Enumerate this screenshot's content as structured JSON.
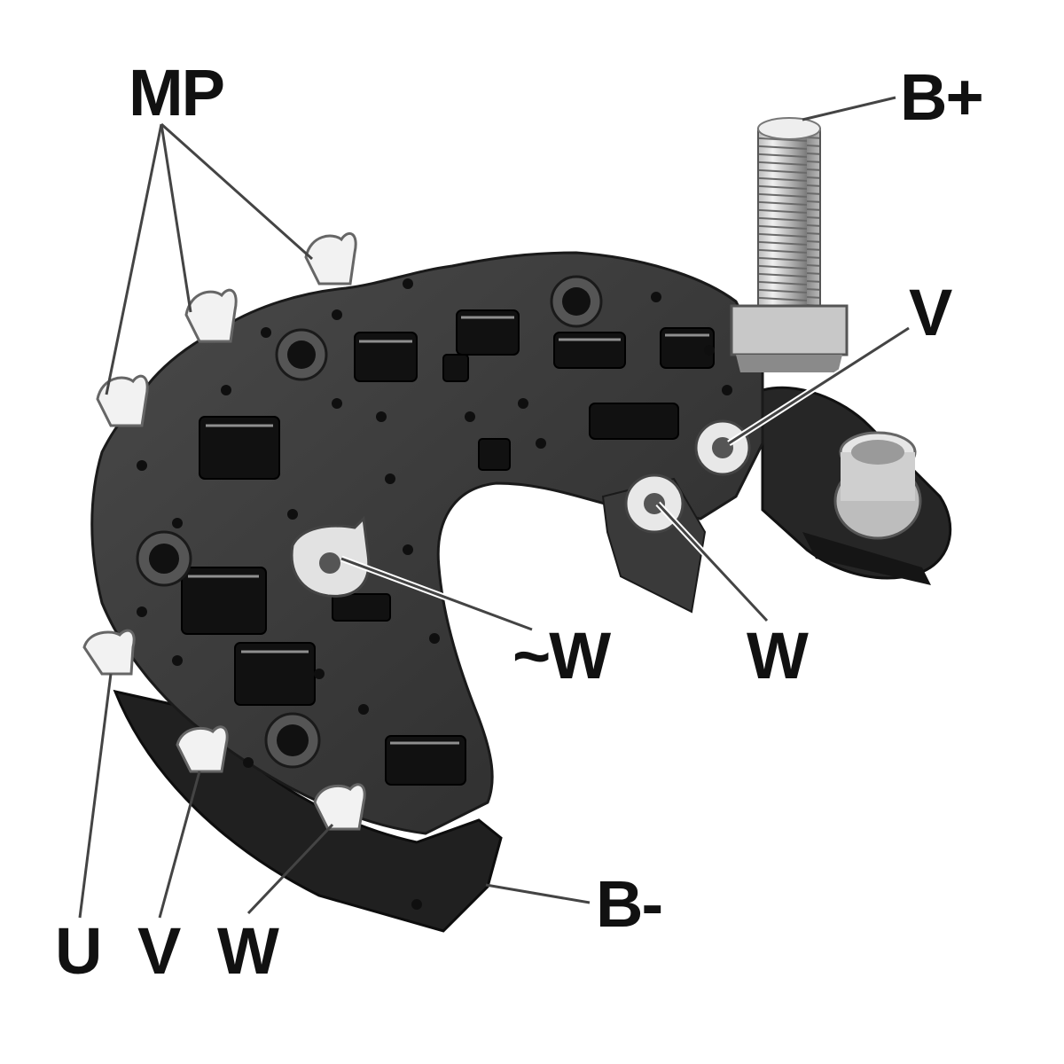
{
  "labels": {
    "mp": "MP",
    "b_plus": "B+",
    "v_right": "V",
    "w_center": "~W",
    "w_right": "W",
    "u_bottom": "U",
    "v_bottom": "V",
    "w_bottom": "W",
    "b_minus": "B-"
  },
  "colors": {
    "plate": "#3a3a3a",
    "plate_dark": "#1e1e1e",
    "metal": "#d6d6d6",
    "text": "#111111",
    "background": "#ffffff"
  }
}
